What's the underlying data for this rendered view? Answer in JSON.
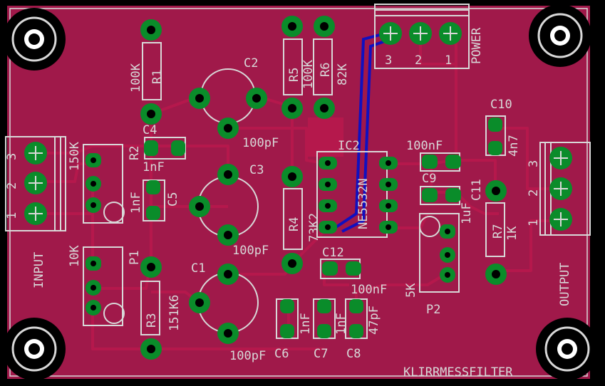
{
  "board": {
    "title": "KLIRRMESSFILTER",
    "colors": {
      "background": "#000000",
      "copper": "#a0194a",
      "trace_top": "#b0184a",
      "trace_bottom": "#1010c0",
      "pad": "#0a8c2a",
      "drill": "#000000",
      "silk": "#d8d8d8",
      "via_inner": "#c03040"
    }
  },
  "connectors": {
    "input": {
      "name": "INPUT",
      "pins": [
        "3",
        "2",
        "1"
      ]
    },
    "output": {
      "name": "OUTPUT",
      "pins": [
        "3",
        "2",
        "1"
      ]
    },
    "power": {
      "name": "POWER",
      "pins": [
        "3",
        "2",
        "1"
      ]
    }
  },
  "parts": {
    "r1": {
      "ref": "R1",
      "value": "100K"
    },
    "r2": {
      "ref": "R2",
      "value": "150K"
    },
    "r3": {
      "ref": "R3",
      "value": "151K6"
    },
    "r4": {
      "ref": "R4",
      "value": "73K2"
    },
    "r5": {
      "ref": "R5",
      "value": "100K"
    },
    "r6": {
      "ref": "R6",
      "value": "82K"
    },
    "r7": {
      "ref": "R7",
      "value": "1K"
    },
    "p1": {
      "ref": "P1",
      "value": "10K"
    },
    "p2": {
      "ref": "P2",
      "value": "5K"
    },
    "c1": {
      "ref": "C1",
      "value": "100pF"
    },
    "c2": {
      "ref": "C2",
      "value": "100pF"
    },
    "c3": {
      "ref": "C3",
      "value": "100pF"
    },
    "c4": {
      "ref": "C4",
      "value": "1nF"
    },
    "c5": {
      "ref": "C5",
      "value": "1nF"
    },
    "c6": {
      "ref": "C6",
      "value": "1nF"
    },
    "c7": {
      "ref": "C7",
      "value": "1nF"
    },
    "c8": {
      "ref": "C8",
      "value": "47pF"
    },
    "c9": {
      "ref": "C9",
      "value": "100nF"
    },
    "c10": {
      "ref": "C10",
      "value": "4n7"
    },
    "c11": {
      "ref": "C11",
      "value": "1uF"
    },
    "c12": {
      "ref": "C12",
      "value": "100nF"
    },
    "ic2": {
      "ref": "IC2",
      "value": "NE5532N"
    }
  }
}
